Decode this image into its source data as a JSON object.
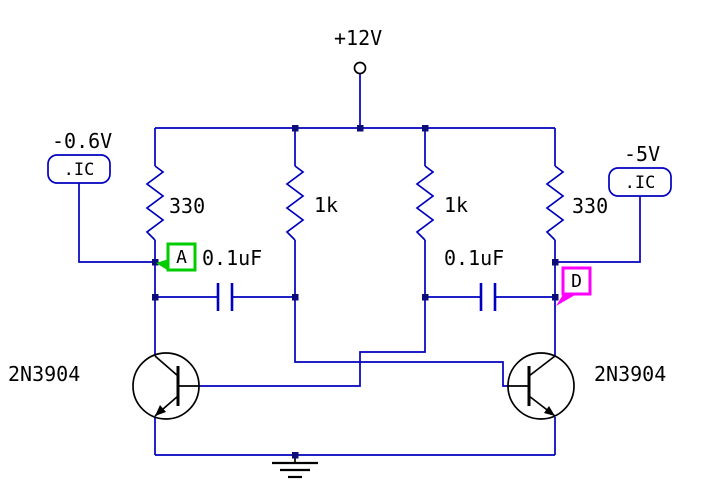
{
  "labels": {
    "supply": "+12V",
    "ic_left_voltage": "-0.6V",
    "ic_left": ".IC",
    "ic_right_voltage": "-5V",
    "ic_right": ".IC",
    "r1": "330",
    "r2": "1k",
    "r3": "1k",
    "r4": "330",
    "c1": "0.1uF",
    "c2": "0.1uF",
    "q1": "2N3904",
    "q2": "2N3904",
    "node_a": "A",
    "node_d": "D"
  },
  "colors": {
    "wire": "#0000bf",
    "component_outline": "#000000",
    "junction": "#0d0d7a",
    "node_a_highlight": "#00cc00",
    "node_d_highlight": "#ff00ff",
    "ic_box_border": "#0000bf",
    "text": "#000000"
  }
}
